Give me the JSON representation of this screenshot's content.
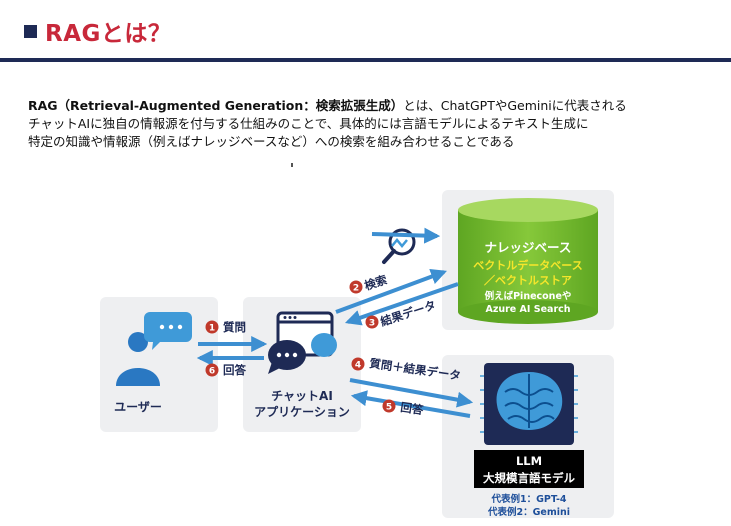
{
  "slide": {
    "title": "RAGとは？",
    "intro": {
      "term": "RAG（Retrieval-Augmented Generation：検索拡張生成）",
      "line1_rest": "とは、ChatGPTやGeminiに代表される",
      "line2": "チャットAIに独自の情報源を付与する仕組みのことで、具体的には言語モデルによるテキスト生成に",
      "line3": "特定の知識や情報源（例えばナレッジベースなど）への検索を組み合わせることである"
    }
  },
  "diagram": {
    "user_label": "ユーザー",
    "app_label_1": "チャットAI",
    "app_label_2": "アプリケーション",
    "kb": {
      "title": "ナレッジベース",
      "sub1": "ベクトルデータベース",
      "sub2": "／ベクトルストア",
      "example1": "例えばPineconeや",
      "example2": "Azure AI Search"
    },
    "llm": {
      "title": "LLM",
      "subtitle": "大規模言語モデル",
      "example1": "代表例1：GPT-4",
      "example2": "代表例2：Gemini"
    },
    "steps": [
      {
        "num": "1",
        "label": "質問"
      },
      {
        "num": "2",
        "label": "検索"
      },
      {
        "num": "3",
        "label": "結果データ"
      },
      {
        "num": "4",
        "label": "質問＋結果データ"
      },
      {
        "num": "5",
        "label": "回答"
      },
      {
        "num": "6",
        "label": "回答"
      }
    ]
  },
  "colors": {
    "title_red": "#c8283a",
    "navy": "#1e2a55",
    "arrow_blue": "#3d8fd1",
    "badge_red": "#c0392b",
    "kb_green": "#7cbf2f",
    "sub_yellow": "#f5e62b"
  }
}
